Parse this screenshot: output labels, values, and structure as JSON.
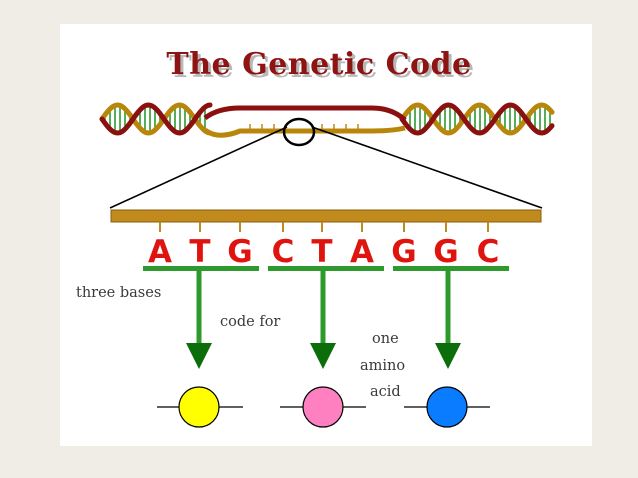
{
  "title": "The Genetic Code",
  "bases": [
    "A",
    "T",
    "G",
    "C",
    "T",
    "A",
    "G",
    "G",
    "C"
  ],
  "labels": {
    "three_bases": "three bases",
    "code_for": "code for",
    "one": "one",
    "amino": "amino",
    "acid": "acid"
  },
  "amino_acids": [
    {
      "color": "#ffff00"
    },
    {
      "color": "#ff80c0"
    },
    {
      "color": "#0a7cff"
    }
  ],
  "colors": {
    "title": "#8e1414",
    "bases": "#e0140e",
    "codon_bar": "#2e9a2e",
    "arrow": "#0b6e0b",
    "dna_strand_a": "#8b1010",
    "dna_strand_b": "#b8860b",
    "dna_rungs": "#2e9a2e",
    "gene_bar": "#c08a1c"
  }
}
